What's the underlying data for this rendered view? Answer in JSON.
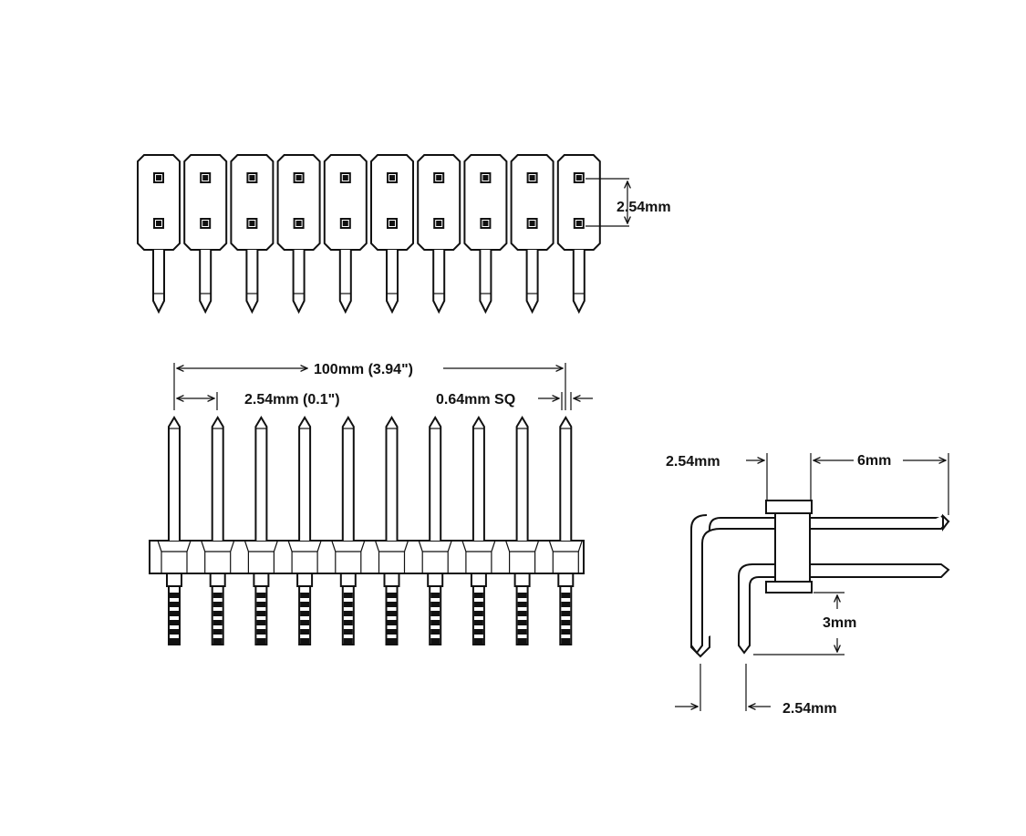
{
  "diagram": {
    "top_view": {
      "pin_count": 10,
      "row_pitch_label": "2.54mm"
    },
    "front_view": {
      "pin_count": 10,
      "total_length_label": "100mm (3.94\")",
      "pitch_label": "2.54mm (0.1\")",
      "pin_size_label": "0.64mm SQ"
    },
    "side_view": {
      "top_left_label": "2.54mm",
      "top_right_label": "6mm",
      "height_label": "3mm",
      "bottom_label": "2.54mm"
    },
    "ink_color": "#111111"
  }
}
